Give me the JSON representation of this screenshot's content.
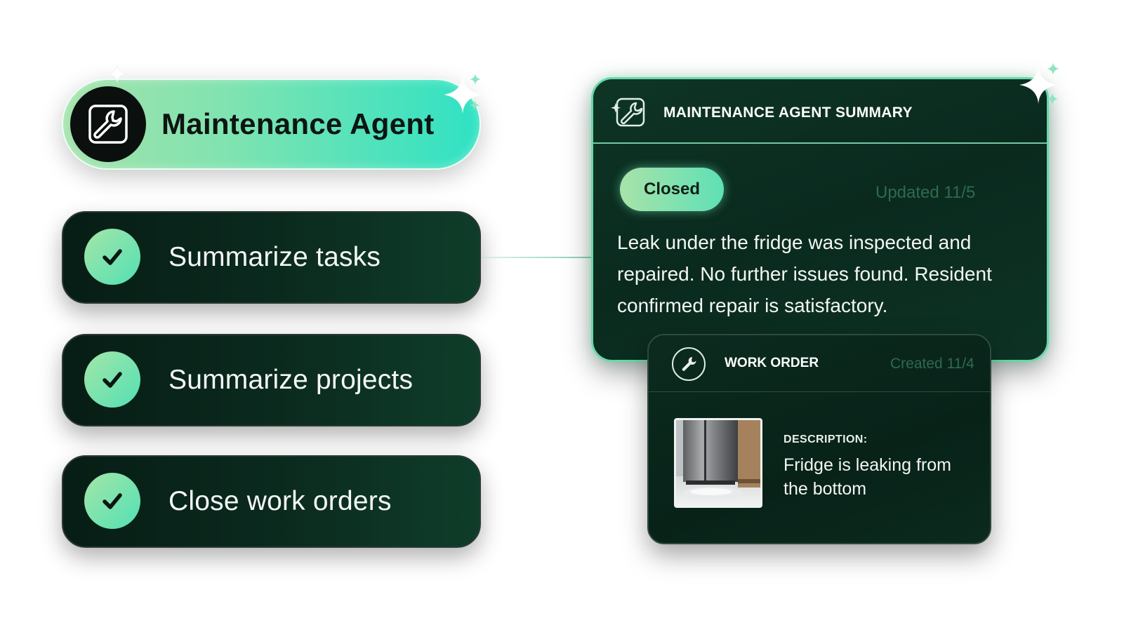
{
  "agent": {
    "title": "Maintenance Agent",
    "icon": "wrench-edit-icon"
  },
  "tasks": [
    {
      "label": "Summarize tasks",
      "icon": "check-icon"
    },
    {
      "label": "Summarize projects",
      "icon": "check-icon"
    },
    {
      "label": "Close work orders",
      "icon": "check-icon"
    }
  ],
  "summary": {
    "title": "MAINTENANCE AGENT SUMMARY",
    "icon": "wrench-sparkle-icon",
    "status": "Closed",
    "updated": "Updated 11/5",
    "body": "Leak under the fridge was inspected and repaired. No further issues found. Resident confirmed repair is satisfactory."
  },
  "work_order": {
    "title": "WORK ORDER",
    "icon": "wrench-icon",
    "created": "Created 11/4",
    "description_label": "DESCRIPTION:",
    "description": "Fridge is leaking from the bottom",
    "image": "fridge-photo"
  },
  "colors": {
    "accent_green": "#7fe3b0",
    "accent_teal": "#2fe2c4",
    "card_dark": "#0a2a1e",
    "muted_text": "#2f6a50"
  }
}
